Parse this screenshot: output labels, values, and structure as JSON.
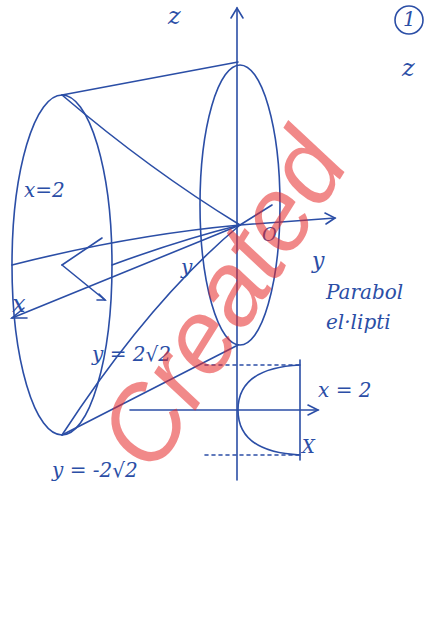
{
  "diagram": {
    "labels": [
      "z",
      "1",
      "z",
      "x=2",
      "O",
      "y",
      "x",
      "y",
      "Parabol",
      "el·lipti",
      "y = 2√2",
      "x = 2",
      "X",
      "y = -2√2",
      "Created"
    ]
  }
}
